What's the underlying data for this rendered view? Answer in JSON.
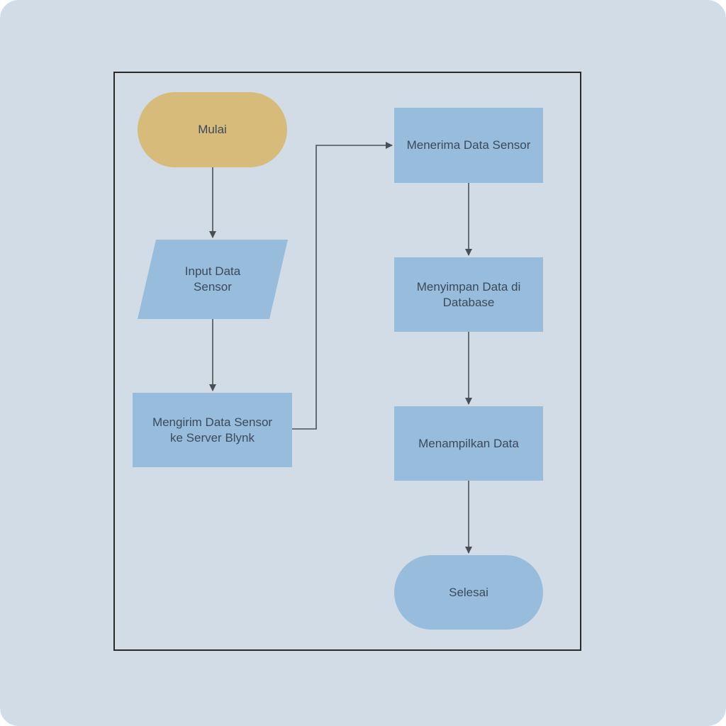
{
  "colors": {
    "background": "#d1dce6",
    "start_fill": "#d6bb7a",
    "node_fill": "#98bcdc",
    "connector": "#4a4f55",
    "text": "#3b4a5a"
  },
  "nodes": {
    "start": {
      "label": "Mulai",
      "shape": "terminal"
    },
    "input": {
      "label": "Input Data\nSensor",
      "shape": "parallelogram"
    },
    "send": {
      "label": "Mengirim Data Sensor\nke Server Blynk",
      "shape": "process"
    },
    "receive": {
      "label": "Menerima Data Sensor",
      "shape": "process"
    },
    "store": {
      "label": "Menyimpan Data di\nDatabase",
      "shape": "process"
    },
    "display": {
      "label": "Menampilkan Data",
      "shape": "process"
    },
    "end": {
      "label": "Selesai",
      "shape": "terminal"
    }
  },
  "edges": [
    {
      "from": "start",
      "to": "input"
    },
    {
      "from": "input",
      "to": "send"
    },
    {
      "from": "send",
      "to": "receive"
    },
    {
      "from": "receive",
      "to": "store"
    },
    {
      "from": "store",
      "to": "display"
    },
    {
      "from": "display",
      "to": "end"
    }
  ]
}
